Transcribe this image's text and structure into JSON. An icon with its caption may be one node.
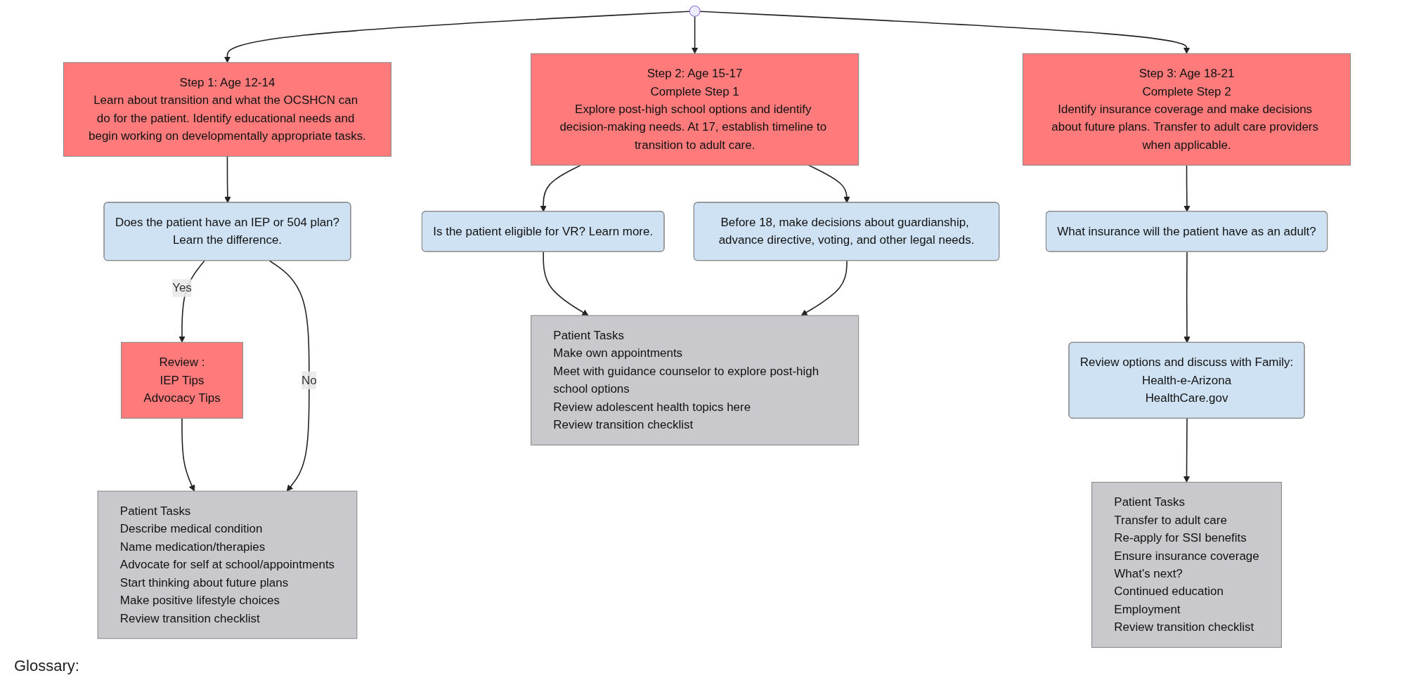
{
  "diagram": {
    "nodes": [
      {
        "text": [
          "Step 1: Age 12-14",
          "Learn about transition and what the OCSHCN can do for the patient. Identify educational needs and begin working on developmentally appropriate tasks."
        ]
      },
      {
        "text": [
          "Step 2: Age 15-17",
          "Complete Step 1",
          "Explore post-high school options and identify decision-making needs. At 17, establish timeline to transition to adult care."
        ]
      },
      {
        "text": [
          "Step 3: Age 18-21",
          "Complete Step 2",
          "Identify insurance coverage and make decisions about future plans. Transfer to adult care providers when applicable."
        ]
      },
      {
        "text": [
          "Does the patient have an IEP or 504 plan?",
          "Learn the difference."
        ]
      },
      {
        "text": [
          "Review :",
          "IEP Tips",
          "Advocacy Tips"
        ]
      },
      {
        "text": [
          "Patient Tasks",
          "Describe medical condition",
          "Name medication/therapies",
          "Advocate for self at school/appointments",
          "Start thinking about future plans",
          "Make positive lifestyle choices",
          "Review transition checklist"
        ]
      },
      {
        "text": [
          "Is the patient eligible for VR? Learn more."
        ]
      },
      {
        "text": [
          "Before 18, make decisions about guardianship, advance directive, voting, and other legal needs."
        ]
      },
      {
        "text": [
          "Patient Tasks",
          "Make own appointments",
          "Meet with guidance counselor to explore post-high school options",
          "Review adolescent health topics here",
          "Review transition checklist"
        ]
      },
      {
        "text": [
          "What insurance will the patient have as an adult?"
        ]
      },
      {
        "text": [
          "Review options and discuss with Family:",
          "Health-e-Arizona",
          "HealthCare.gov"
        ]
      },
      {
        "text": [
          "Patient Tasks",
          "Transfer to adult care",
          "Re-apply for SSI benefits",
          "Ensure insurance coverage",
          "What's next?",
          "Continued education",
          "Employment",
          "Review transition checklist"
        ]
      }
    ],
    "edges": [
      {
        "from": null,
        "to": 0,
        "arrow": "to"
      },
      {
        "from": null,
        "to": 1,
        "arrow": "to"
      },
      {
        "from": null,
        "to": 2,
        "arrow": "to"
      },
      {
        "from": 0,
        "to": 3,
        "arrow": "to"
      },
      {
        "from": 3,
        "to": 4,
        "arrow": "to",
        "label": "Yes"
      },
      {
        "from": 3,
        "to": 5,
        "arrow": "to",
        "label": "No"
      },
      {
        "from": 4,
        "to": 5,
        "arrow": "to"
      },
      {
        "from": 1,
        "to": 6,
        "arrow": "to"
      },
      {
        "from": 1,
        "to": 7,
        "arrow": "to"
      },
      {
        "from": 6,
        "to": 8,
        "arrow": "to"
      },
      {
        "from": 7,
        "to": 8,
        "arrow": "to"
      },
      {
        "from": 2,
        "to": 9,
        "arrow": "to"
      },
      {
        "from": 9,
        "to": 10,
        "arrow": "to"
      },
      {
        "from": 10,
        "to": 11,
        "arrow": "to"
      }
    ],
    "labels": [
      "Glossary:"
    ]
  }
}
